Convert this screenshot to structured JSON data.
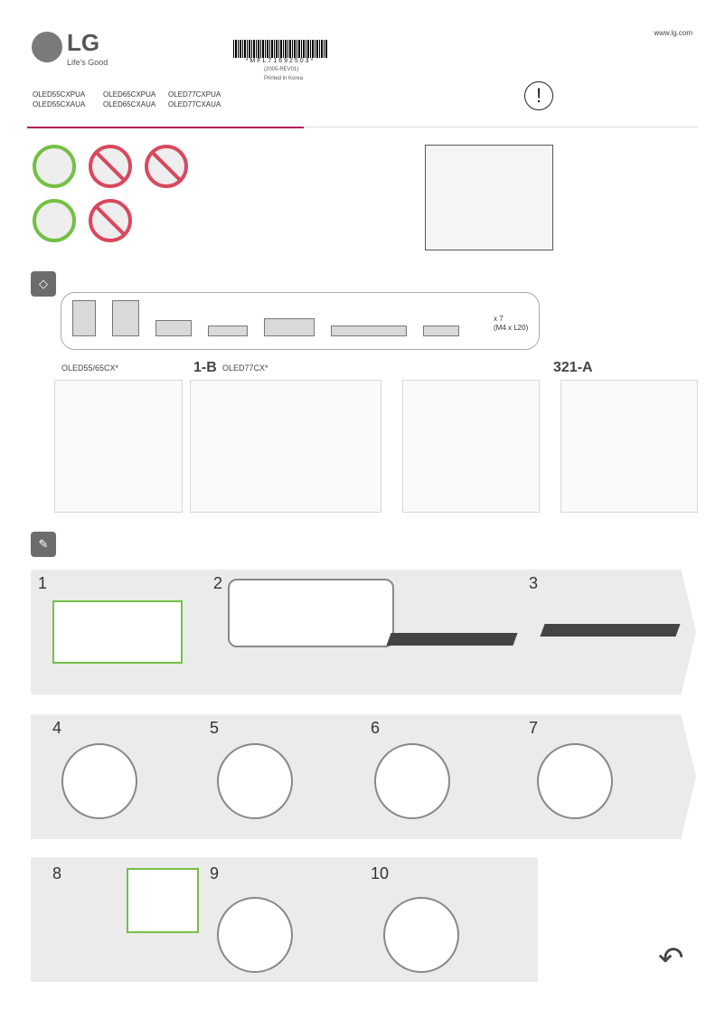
{
  "header": {
    "brand": "LG",
    "tagline": "Life's Good",
    "website": "www.lg.com",
    "barcode": "*MFL71692503*",
    "revision": "(2005-REV01)",
    "printed": "Printed in Korea"
  },
  "models": [
    "OLED55CXPUA",
    "OLED65CXPUA",
    "OLED77CXPUA",
    "OLED55CXAUA",
    "OLED65CXAUA",
    "OLED77CXAUA"
  ],
  "warning_symbol": "!",
  "parts": {
    "screws_count": "x 7",
    "screws_spec": "(M4 x L20)"
  },
  "labels": {
    "model_group_a": "OLED55/65CX*",
    "step_1b": "1-B",
    "model_group_b": "OLED77CX*",
    "step_321a": "321-A"
  },
  "steps": [
    "1",
    "2",
    "3",
    "4",
    "5",
    "6",
    "7",
    "8",
    "9",
    "10"
  ],
  "colors": {
    "accent": "#74c044",
    "brand_rule": "#b2185d",
    "warning": "#d9485d",
    "band": "#ebebeb"
  },
  "icons": {
    "section_unpack": "box-open-icon",
    "section_assembly": "brush-icon",
    "page_turn": "page-turn-icon"
  }
}
